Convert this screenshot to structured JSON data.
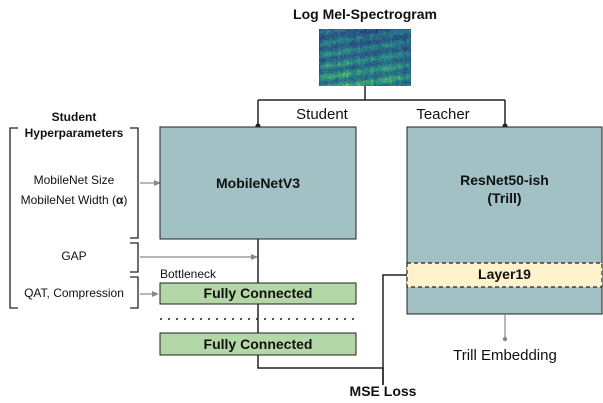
{
  "title": "Log Mel-Spectrogram",
  "branches": {
    "student": "Student",
    "teacher": "Teacher"
  },
  "hyperparameters": {
    "heading_line1": "Student",
    "heading_line2": "Hyperparameters",
    "size": "MobileNet Size",
    "width_prefix": "MobileNet Width (",
    "width_symbol": "α",
    "width_suffix": ")",
    "gap": "GAP",
    "qat": "QAT, Compression"
  },
  "student_model": {
    "name": "MobileNetV3",
    "bottleneck": "Bottleneck",
    "fc1": "Fully Connected",
    "fc2": "Fully Connected"
  },
  "teacher_model": {
    "name_line1": "ResNet50-ish",
    "name_line2": "(Trill)",
    "layer": "Layer19",
    "embedding": "Trill Embedding"
  },
  "loss": "MSE Loss",
  "colors": {
    "model_block": "#a2c1c5",
    "fc_block": "#b3d7a6",
    "layer_block": "#fff2cc",
    "line": "#222222",
    "gray_line": "#888888"
  }
}
